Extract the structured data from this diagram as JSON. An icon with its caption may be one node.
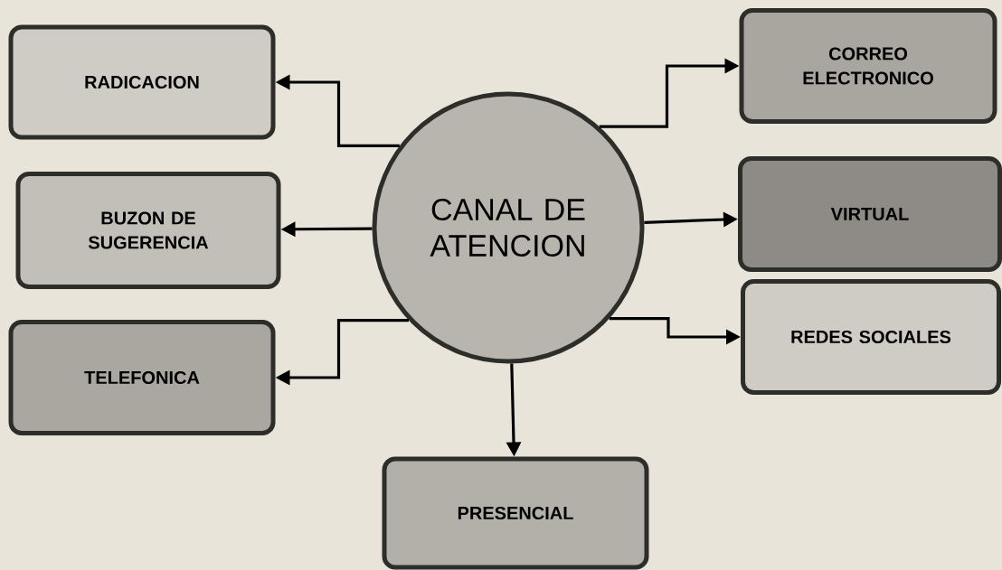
{
  "diagram": {
    "nodes": [
      {
        "text": [
          "CANAL DE ATENCION"
        ]
      },
      {
        "text": [
          "RADICACION"
        ]
      },
      {
        "text": [
          "BUZON DE SUGERENCIA"
        ]
      },
      {
        "text": [
          "TELEFONICA"
        ]
      },
      {
        "text": [
          "PRESENCIAL"
        ]
      },
      {
        "text": [
          "CORREO ELECTRONICO"
        ]
      },
      {
        "text": [
          "VIRTUAL"
        ]
      },
      {
        "text": [
          "REDES SOCIALES"
        ]
      }
    ],
    "edges": [
      {
        "from": 0,
        "to": 1,
        "arrow": "to"
      },
      {
        "from": 0,
        "to": 2,
        "arrow": "to"
      },
      {
        "from": 0,
        "to": 3,
        "arrow": "to"
      },
      {
        "from": 0,
        "to": 4,
        "arrow": "to"
      },
      {
        "from": 0,
        "to": 5,
        "arrow": "to"
      },
      {
        "from": 0,
        "to": 6,
        "arrow": "to"
      },
      {
        "from": 0,
        "to": 7,
        "arrow": "to"
      }
    ]
  }
}
